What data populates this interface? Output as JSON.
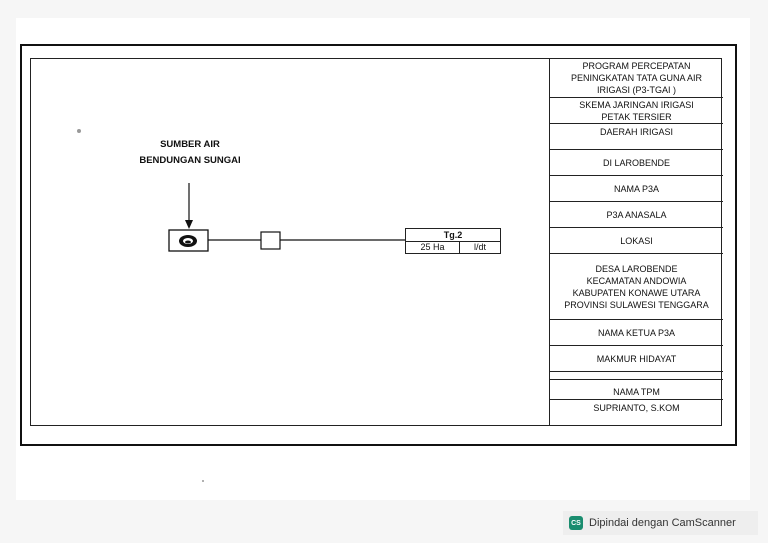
{
  "titleblock": {
    "program": "PROGRAM PERCEPATAN\nPENINGKATAN TATA GUNA AIR\nIRIGASI (P3-TGAI )",
    "skema": "SKEMA JARINGAN IRIGASI\nPETAK TERSIER",
    "daerah_label": "DAERAH IRIGASI",
    "daerah_value": "DI LAROBENDE",
    "p3a_label": "NAMA P3A",
    "p3a_value": "P3A ANASALA",
    "lokasi_label": "LOKASI",
    "lokasi_value": "DESA LAROBENDE\nKECAMATAN ANDOWIA\nKABUPATEN KONAWE UTARA\nPROVINSI SULAWESI TENGGARA",
    "ketua_label": "NAMA KETUA P3A",
    "ketua_value": "MAKMUR HIDAYAT",
    "blank": "",
    "tpm_label": "NAMA TPM",
    "tpm_value": "SUPRIANTO, S.KOM"
  },
  "diagram": {
    "source_label": "SUMBER AIR\nBENDUNGAN SUNGAI",
    "tersier": {
      "name": "Tg.2",
      "area": "25 Ha",
      "unit": "l/dt"
    }
  },
  "watermark": {
    "logo": "CS",
    "text": "Dipindai dengan CamScanner"
  },
  "colors": {
    "line": "#111111",
    "logo": "#1a8d6f"
  }
}
